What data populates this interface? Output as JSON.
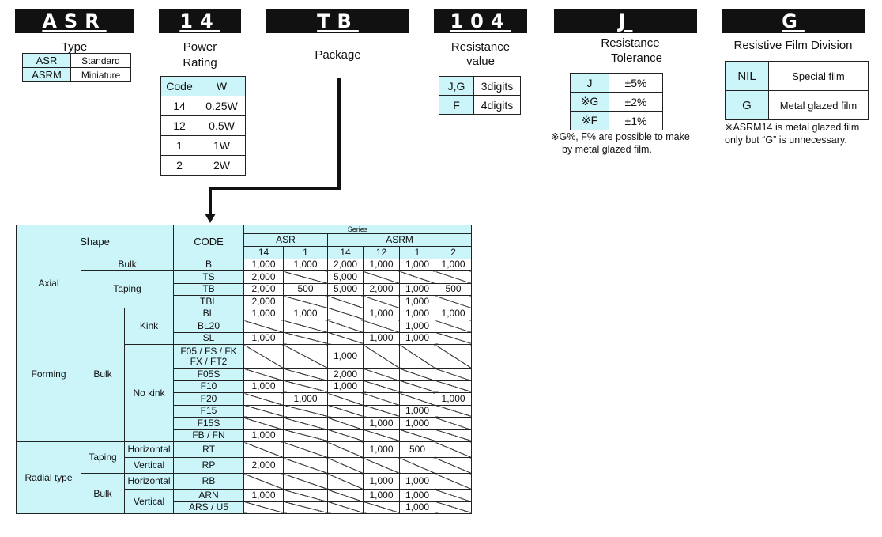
{
  "headers": {
    "type": "ASR",
    "power": "14",
    "package": "TB",
    "resistance": "104",
    "tolerance": "J",
    "film": "G"
  },
  "labels": {
    "type": "Type",
    "power_1": "Power",
    "power_2": "Rating",
    "package": "Package",
    "resistance_1": "Resistance",
    "resistance_2": "value",
    "tolerance_1": "Resistance",
    "tolerance_2": "Tolerance",
    "film": "Resistive Film Division"
  },
  "type_table": [
    {
      "code": "ASR",
      "desc": "Standard"
    },
    {
      "code": "ASRM",
      "desc": "Miniature"
    }
  ],
  "power_table": {
    "head": [
      "Code",
      "W"
    ],
    "rows": [
      [
        "14",
        "0.25W"
      ],
      [
        "12",
        "0.5W"
      ],
      [
        "1",
        "1W"
      ],
      [
        "2",
        "2W"
      ]
    ]
  },
  "resistance_table": [
    [
      "J,G",
      "3digits"
    ],
    [
      "F",
      "4digits"
    ]
  ],
  "tolerance_table": [
    [
      "J",
      "±5%"
    ],
    [
      "※G",
      "±2%"
    ],
    [
      "※F",
      "±1%"
    ]
  ],
  "tolerance_note_1": "※G%, F% are possible to make",
  "tolerance_note_2": "by metal glazed film.",
  "film_table": [
    [
      "NIL",
      "Special film"
    ],
    [
      "G",
      "Metal glazed film"
    ]
  ],
  "film_note_1": "※ASRM14 is metal glazed film",
  "film_note_2": "only but “G” is unnecessary.",
  "package_table": {
    "shape_header": "Shape",
    "code_header": "CODE",
    "series_header": "Series",
    "asr": "ASR",
    "asrm": "ASRM",
    "sub": [
      "14",
      "1",
      "14",
      "12",
      "1",
      "2"
    ],
    "groups": {
      "axial": "Axial",
      "bulk": "Bulk",
      "taping": "Taping",
      "forming": "Forming",
      "kink": "Kink",
      "no_kink": "No kink",
      "radial": "Radial type",
      "horizontal": "Horizontal",
      "vertical": "Vertical"
    },
    "rows": [
      {
        "code": "B",
        "v": [
          "1,000",
          "1,000",
          "2,000",
          "1,000",
          "1,000",
          "1,000"
        ]
      },
      {
        "code": "TS",
        "v": [
          "2,000",
          "",
          "5,000",
          "",
          "",
          ""
        ]
      },
      {
        "code": "TB",
        "v": [
          "2,000",
          "500",
          "5,000",
          "2,000",
          "1,000",
          "500"
        ]
      },
      {
        "code": "TBL",
        "v": [
          "2,000",
          "",
          "",
          "",
          "1,000",
          ""
        ]
      },
      {
        "code": "BL",
        "v": [
          "1,000",
          "1,000",
          "",
          "1,000",
          "1,000",
          "1,000"
        ]
      },
      {
        "code": "BL20",
        "v": [
          "",
          "",
          "",
          "",
          "1,000",
          ""
        ]
      },
      {
        "code": "SL",
        "v": [
          "1,000",
          "",
          "",
          "1,000",
          "1,000",
          ""
        ]
      },
      {
        "code": "F05 / FS / FK",
        "code2": "FX / FT2",
        "v": [
          "",
          "",
          "1,000",
          "",
          "",
          ""
        ]
      },
      {
        "code": "F05S",
        "v": [
          "",
          "",
          "2,000",
          "",
          "",
          ""
        ]
      },
      {
        "code": "F10",
        "v": [
          "1,000",
          "",
          "1,000",
          "",
          "",
          ""
        ]
      },
      {
        "code": "F20",
        "v": [
          "",
          "1,000",
          "",
          "",
          "",
          "1,000"
        ]
      },
      {
        "code": "F15",
        "v": [
          "",
          "",
          "",
          "",
          "1,000",
          ""
        ]
      },
      {
        "code": "F15S",
        "v": [
          "",
          "",
          "",
          "1,000",
          "1,000",
          ""
        ]
      },
      {
        "code": "FB / FN",
        "v": [
          "1,000",
          "",
          "",
          "",
          "",
          ""
        ]
      },
      {
        "code": "RT",
        "v": [
          "",
          "",
          "",
          "1,000",
          "500",
          ""
        ]
      },
      {
        "code": "RP",
        "v": [
          "2,000",
          "",
          "",
          "",
          "",
          ""
        ]
      },
      {
        "code": "RB",
        "v": [
          "",
          "",
          "",
          "1,000",
          "1,000",
          ""
        ]
      },
      {
        "code": "ARN",
        "v": [
          "1,000",
          "",
          "",
          "1,000",
          "1,000",
          ""
        ]
      },
      {
        "code": "ARS / U5",
        "v": [
          "",
          "",
          "",
          "",
          "1,000",
          ""
        ]
      }
    ]
  }
}
